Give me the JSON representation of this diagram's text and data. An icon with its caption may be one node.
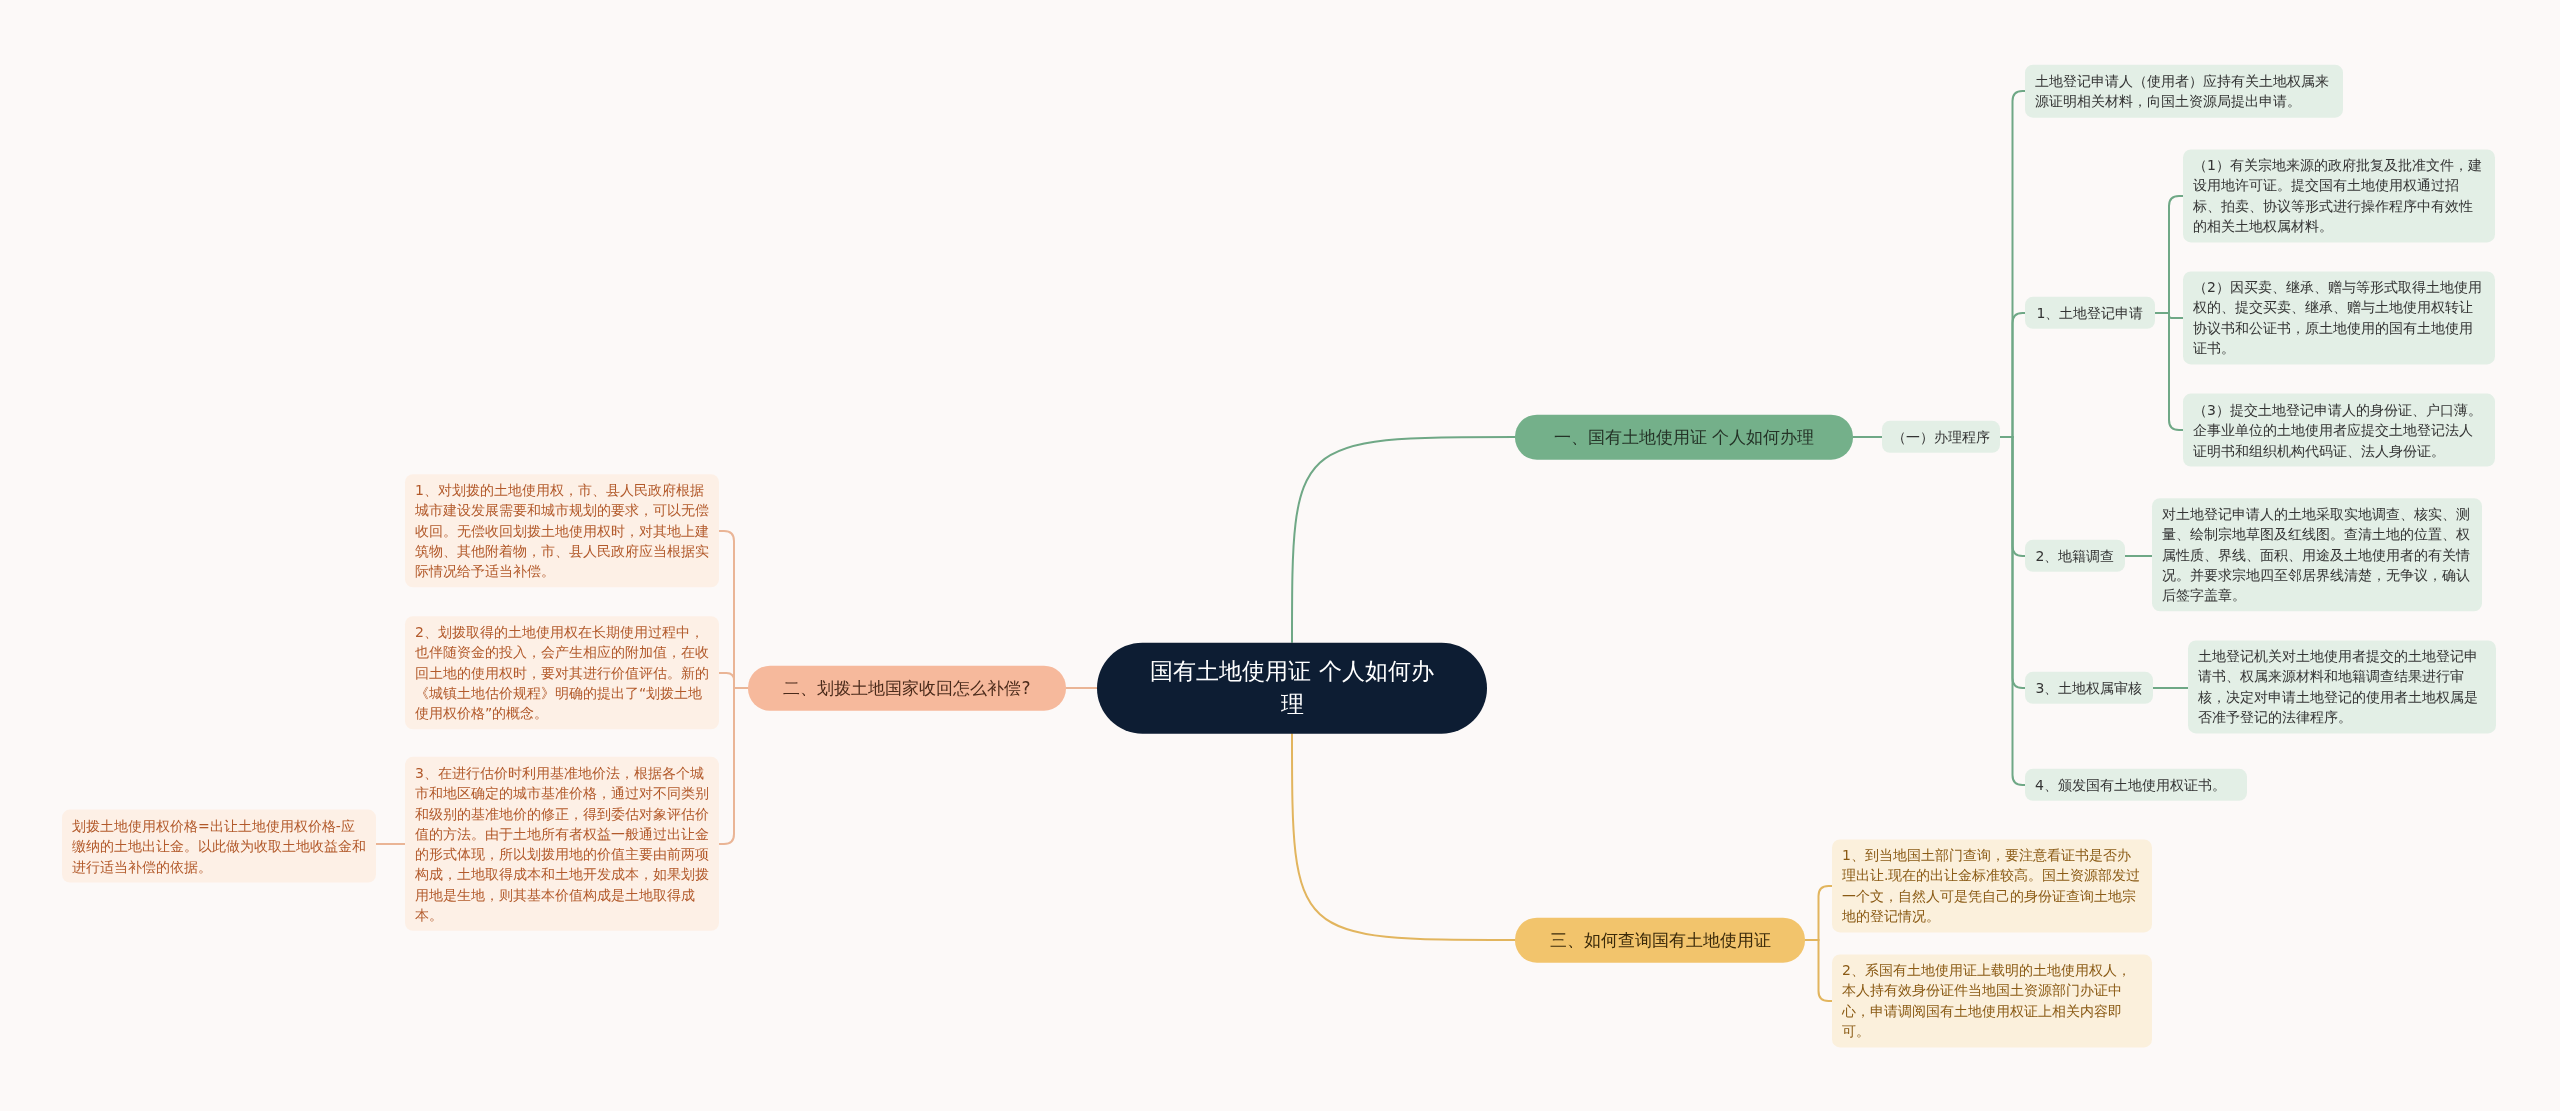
{
  "diagram": {
    "nodes": [
      {
        "text": [
          "国有土地使用证 个人如何办理"
        ]
      },
      {
        "text": [
          "一、国有土地使用证 个人如何办理"
        ]
      },
      {
        "text": [
          "（一）办理程序"
        ]
      },
      {
        "text": [
          "土地登记申请人（使用者）应持有关土地权属来源证明相关材料，向国土资源局提出申请。"
        ]
      },
      {
        "text": [
          "1、土地登记申请"
        ]
      },
      {
        "text": [
          "（1）有关宗地来源的政府批复及批准文件，建设用地许可证。提交国有土地使用权通过招标、拍卖、协议等形式进行操作程序中有效性的相关土地权属材料。"
        ]
      },
      {
        "text": [
          "（2）因买卖、继承、赠与等形式取得土地使用权的、提交买卖、继承、赠与土地使用权转让协议书和公证书，原土地使用的国有土地使用证书。"
        ]
      },
      {
        "text": [
          "（3）提交土地登记申请人的身份证、户口薄。企事业单位的土地使用者应提交土地登记法人证明书和组织机构代码证、法人身份证。"
        ]
      },
      {
        "text": [
          "2、地籍调查"
        ]
      },
      {
        "text": [
          "对土地登记申请人的土地采取实地调查、核实、测量、绘制宗地草图及红线图。查清土地的位置、权属性质、界线、面积、用途及土地使用者的有关情况。并要求宗地四至邻居界线清楚，无争议，确认后签字盖章。"
        ]
      },
      {
        "text": [
          "3、土地权属审核"
        ]
      },
      {
        "text": [
          "土地登记机关对土地使用者提交的土地登记申请书、权属来源材料和地籍调查结果进行审核，决定对申请土地登记的使用者土地权属是否准予登记的法律程序。"
        ]
      },
      {
        "text": [
          "4、颁发国有土地使用权证书。"
        ]
      },
      {
        "text": [
          "三、如何查询国有土地使用证"
        ]
      },
      {
        "text": [
          "1、到当地国土部门查询，要注意看证书是否办理出让.现在的出让金标准较高。国土资源部发过一个文，自然人可是凭自己的身份证查询土地宗地的登记情况。"
        ]
      },
      {
        "text": [
          "2、系国有土地使用证上载明的土地使用权人，本人持有效身份证件当地国土资源部门办证中心，申请调阅国有土地使用权证上相关内容即可。"
        ]
      },
      {
        "text": [
          "二、划拨土地国家收回怎么补偿?"
        ]
      },
      {
        "text": [
          "1、对划拨的土地使用权，市、县人民政府根据城市建设发展需要和城市规划的要求，可以无偿收回。无偿收回划拨土地使用权时，对其地上建筑物、其他附着物，市、县人民政府应当根据实际情况给予适当补偿。"
        ]
      },
      {
        "text": [
          "2、划拨取得的土地使用权在长期使用过程中，也伴随资金的投入，会产生相应的附加值，在收回土地的使用权时，要对其进行价值评估。新的《城镇土地估价规程》明确的提出了“划拨土地使用权价格”的概念。"
        ]
      },
      {
        "text": [
          "3、在进行估价时利用基准地价法，根据各个城市和地区确定的城市基准价格，通过对不同类别和级别的基准地价的修正，得到委估对象评估价值的方法。由于土地所有者权益一般通过出让金的形式体现，所以划拨用地的价值主要由前两项构成，土地取得成本和土地开发成本，如果划拨用地是生地，则其基本价值构成是土地取得成本。"
        ]
      },
      {
        "text": [
          "划拨土地使用权价格=出让土地使用权价格-应缴纳的土地出让金。以此做为收取土地收益金和进行适当补偿的依据。"
        ]
      }
    ],
    "edges": [
      {
        "from": 0,
        "to": 1,
        "arrow": "none"
      },
      {
        "from": 1,
        "to": 2,
        "arrow": "none"
      },
      {
        "from": 2,
        "to": 3,
        "arrow": "none"
      },
      {
        "from": 2,
        "to": 4,
        "arrow": "none"
      },
      {
        "from": 4,
        "to": 5,
        "arrow": "none"
      },
      {
        "from": 4,
        "to": 6,
        "arrow": "none"
      },
      {
        "from": 4,
        "to": 7,
        "arrow": "none"
      },
      {
        "from": 2,
        "to": 8,
        "arrow": "none"
      },
      {
        "from": 8,
        "to": 9,
        "arrow": "none"
      },
      {
        "from": 2,
        "to": 10,
        "arrow": "none"
      },
      {
        "from": 10,
        "to": 11,
        "arrow": "none"
      },
      {
        "from": 2,
        "to": 12,
        "arrow": "none"
      },
      {
        "from": 0,
        "to": 13,
        "arrow": "none",
        "color": "#e2b55e"
      },
      {
        "from": 13,
        "to": 14,
        "arrow": "none",
        "color": "#e2b55e"
      },
      {
        "from": 13,
        "to": 15,
        "arrow": "none",
        "color": "#e2b55e"
      },
      {
        "from": 0,
        "to": 16,
        "arrow": "none",
        "color": "#eab596"
      },
      {
        "from": 16,
        "to": 17,
        "arrow": "none",
        "color": "#eab596"
      },
      {
        "from": 16,
        "to": 18,
        "arrow": "none",
        "color": "#eab596"
      },
      {
        "from": 16,
        "to": 19,
        "arrow": "none",
        "color": "#eab596"
      },
      {
        "from": 19,
        "to": 20,
        "arrow": "none",
        "color": "#eab596"
      }
    ]
  }
}
